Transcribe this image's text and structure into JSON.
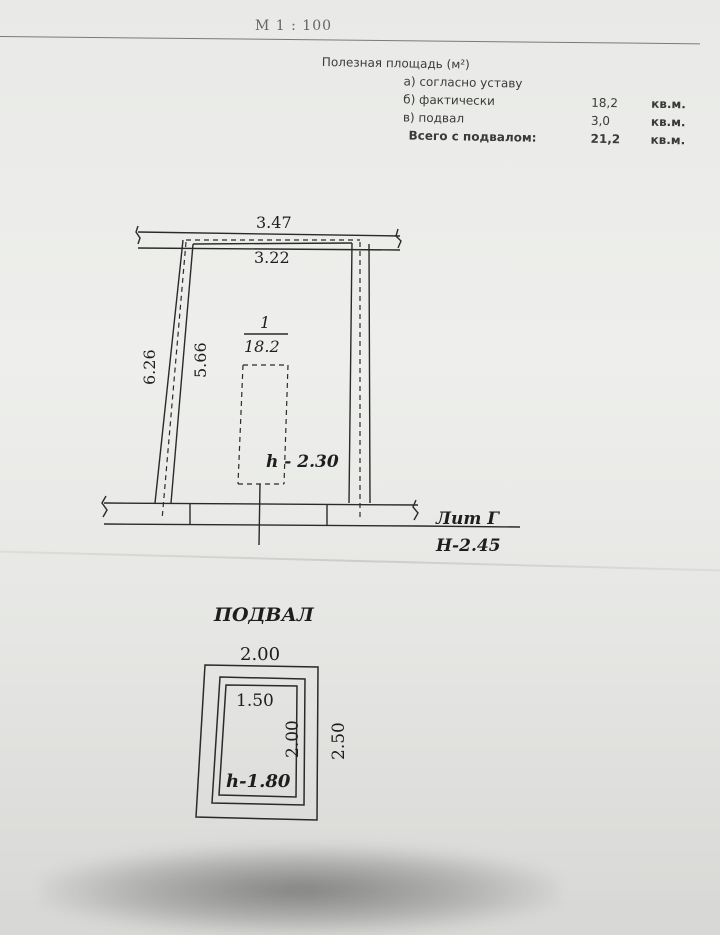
{
  "document": {
    "scale": "М 1 : 100",
    "area_table": {
      "heading": "Полезная площадь (м²)",
      "rows": [
        {
          "label": "а) согласно уставу",
          "value": "",
          "unit": ""
        },
        {
          "label": "б) фактически",
          "value": "18,2",
          "unit": "кв.м."
        },
        {
          "label": "в) подвал",
          "value": "3,0",
          "unit": "кв.м."
        },
        {
          "label": "Всего с подвалом:",
          "value": "21,2",
          "unit": "кв.м."
        }
      ]
    },
    "main_plan": {
      "outer_width": "3.47",
      "inner_width": "3.22",
      "outer_length": "6.26",
      "inner_length": "5.66",
      "room_number": "1",
      "room_area": "18.2",
      "ceiling_height": "h - 2.30",
      "lit_label": "Лит Г",
      "building_height": "Н-2.45"
    },
    "basement_plan": {
      "title": "ПОДВАЛ",
      "outer_width": "2.00",
      "inner_width": "1.50",
      "inner_length": "2.00",
      "outer_length": "2.50",
      "ceiling_height": "h-1.80"
    }
  }
}
